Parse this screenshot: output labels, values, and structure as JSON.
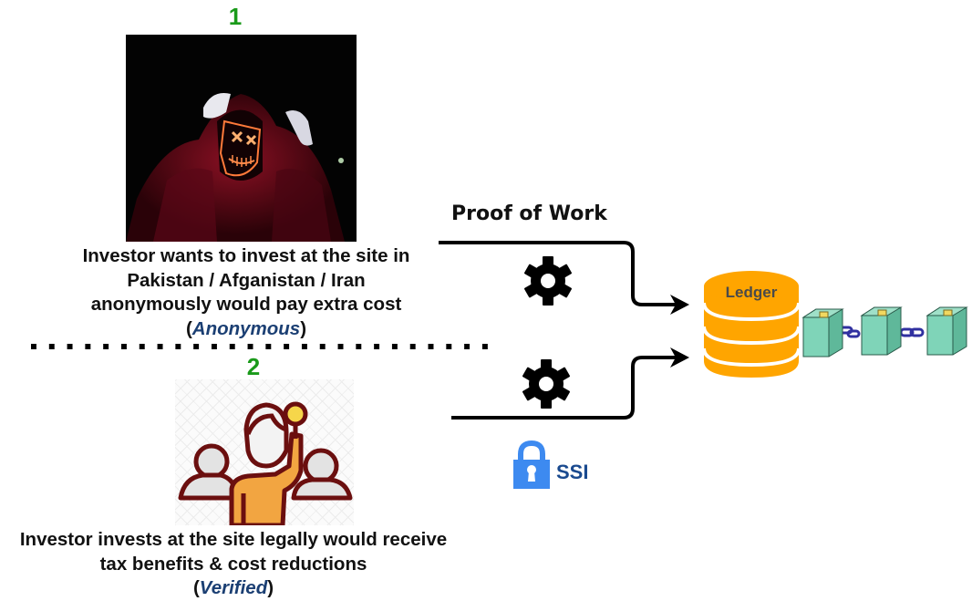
{
  "scenario_1": {
    "number": "1",
    "image_alt": "person in red hoodie wearing glowing mask",
    "caption_lines": [
      "Investor wants to invest at the site in",
      "Pakistan / Afganistan / Iran",
      "anonymously would pay extra cost"
    ],
    "status_open": "(",
    "status": "Anonymous",
    "status_close": ")"
  },
  "scenario_2": {
    "number": "2",
    "image_alt": "group of people with one raising a coin",
    "caption_lines": [
      "Investor invests at the site legally would receive",
      "tax benefits & cost reductions"
    ],
    "status_open": "(",
    "status": "Verified",
    "status_close": ")"
  },
  "flow": {
    "proof_of_work_label": "Proof of Work",
    "gear_icon": "gear-icon",
    "ssi_label": "SSI",
    "ssi_icon": "lock-icon"
  },
  "ledger": {
    "label": "Ledger",
    "block_count": 3,
    "block_icon": "locked-block-icon",
    "link_icon": "chain-link-icon"
  },
  "colors": {
    "number_green": "#1a9a1a",
    "status_blue": "#1b3f73",
    "ledger_orange": "#ffa500",
    "ssi_blue": "#1a4a8f",
    "lock_blue": "#3d8af0",
    "block_teal": "#7fd4b8",
    "chain_blue": "#3030a0"
  }
}
